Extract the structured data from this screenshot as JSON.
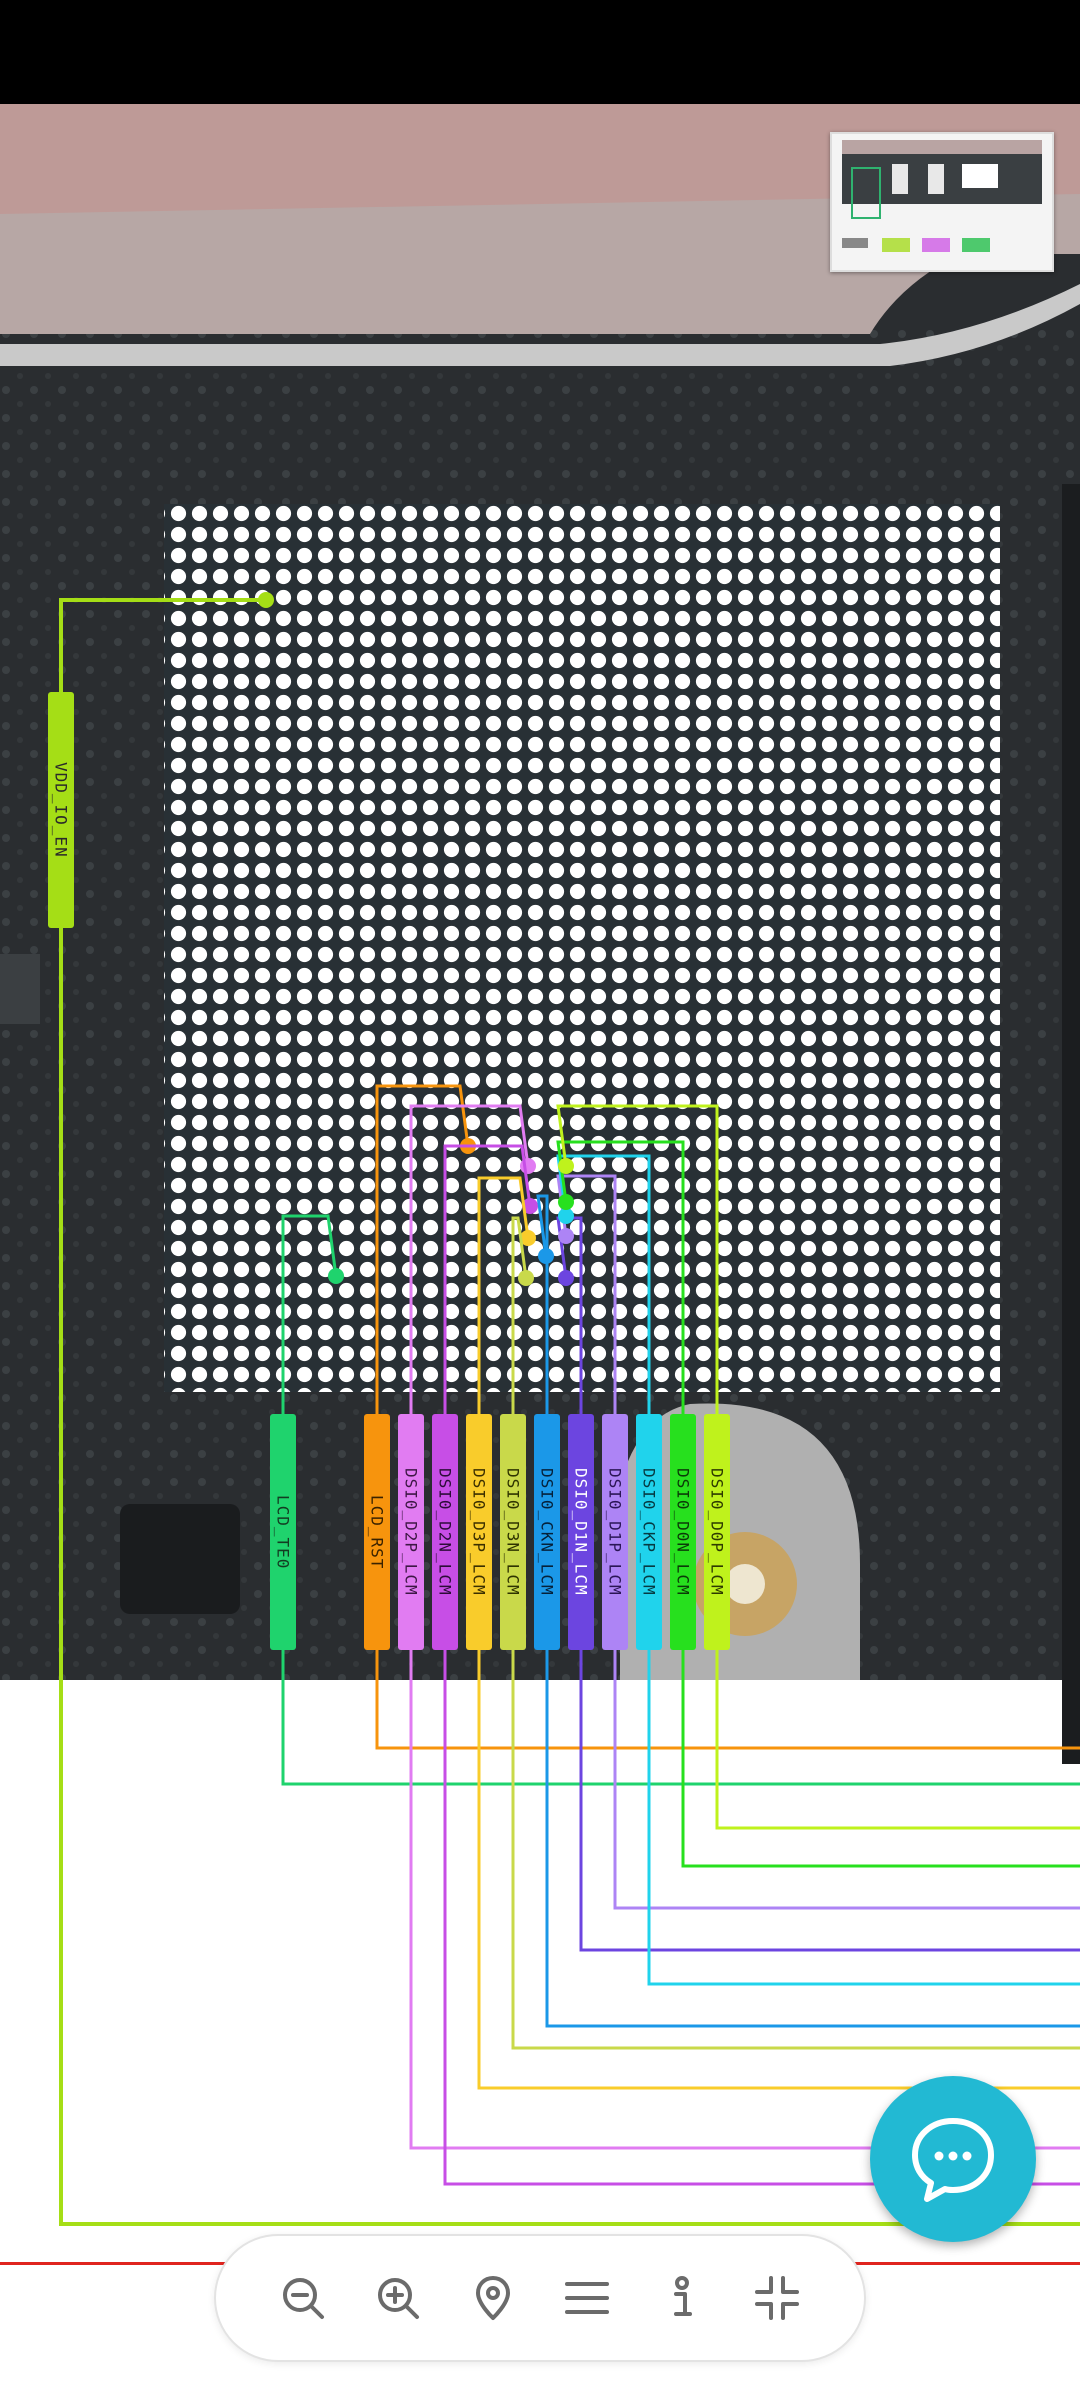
{
  "colors": {
    "status_bar": "#000000",
    "board_background": "#2a2d30",
    "chip_background": "#283035",
    "ball_color": "#ffffff",
    "accent_fab": "#22b9d3",
    "bottom_line": "#e0241f",
    "toolbar_icon": "#6b6b6b"
  },
  "signals": [
    {
      "label": "VDD_IO_EN",
      "color": "#a5de16",
      "text_color": "#2a2a2a"
    },
    {
      "label": "LCD_TE0",
      "color": "#1fd36d",
      "text_color": "#133d22"
    },
    {
      "label": "LCD_RST",
      "color": "#f7940d",
      "text_color": "#3a2200"
    },
    {
      "label": "DSI0_D2P_LCM",
      "color": "#e17cf2",
      "text_color": "#3d1745"
    },
    {
      "label": "DSI0_D2N_LCM",
      "color": "#c74ee6",
      "text_color": "#2c0c38"
    },
    {
      "label": "DSI0_D3P_LCM",
      "color": "#f9cc2b",
      "text_color": "#3b2f00"
    },
    {
      "label": "DSI0_D3N_LCM",
      "color": "#c9d94a",
      "text_color": "#2e3300"
    },
    {
      "label": "DSI0_CKN_LCM",
      "color": "#1b98e8",
      "text_color": "#05213a"
    },
    {
      "label": "DSI0_D1N_LCM",
      "color": "#6c45e0",
      "text_color": "#ffffff"
    },
    {
      "label": "DSI0_D1P_LCM",
      "color": "#ad84f5",
      "text_color": "#2a1555"
    },
    {
      "label": "DSI0_CKP_LCM",
      "color": "#20d3ec",
      "text_color": "#063a42"
    },
    {
      "label": "DSI0_D0N_LCM",
      "color": "#27e01e",
      "text_color": "#0b3a08"
    },
    {
      "label": "DSI0_D0P_LCM",
      "color": "#bff21c",
      "text_color": "#2d3a00"
    }
  ],
  "toolbar": {
    "zoom_out_icon": "zoom-out",
    "zoom_in_icon": "zoom-in",
    "location_icon": "map-pin",
    "menu_icon": "hamburger",
    "info_icon": "info",
    "exit_fullscreen_icon": "collapse"
  },
  "chat_fab_icon": "chat-bubble"
}
